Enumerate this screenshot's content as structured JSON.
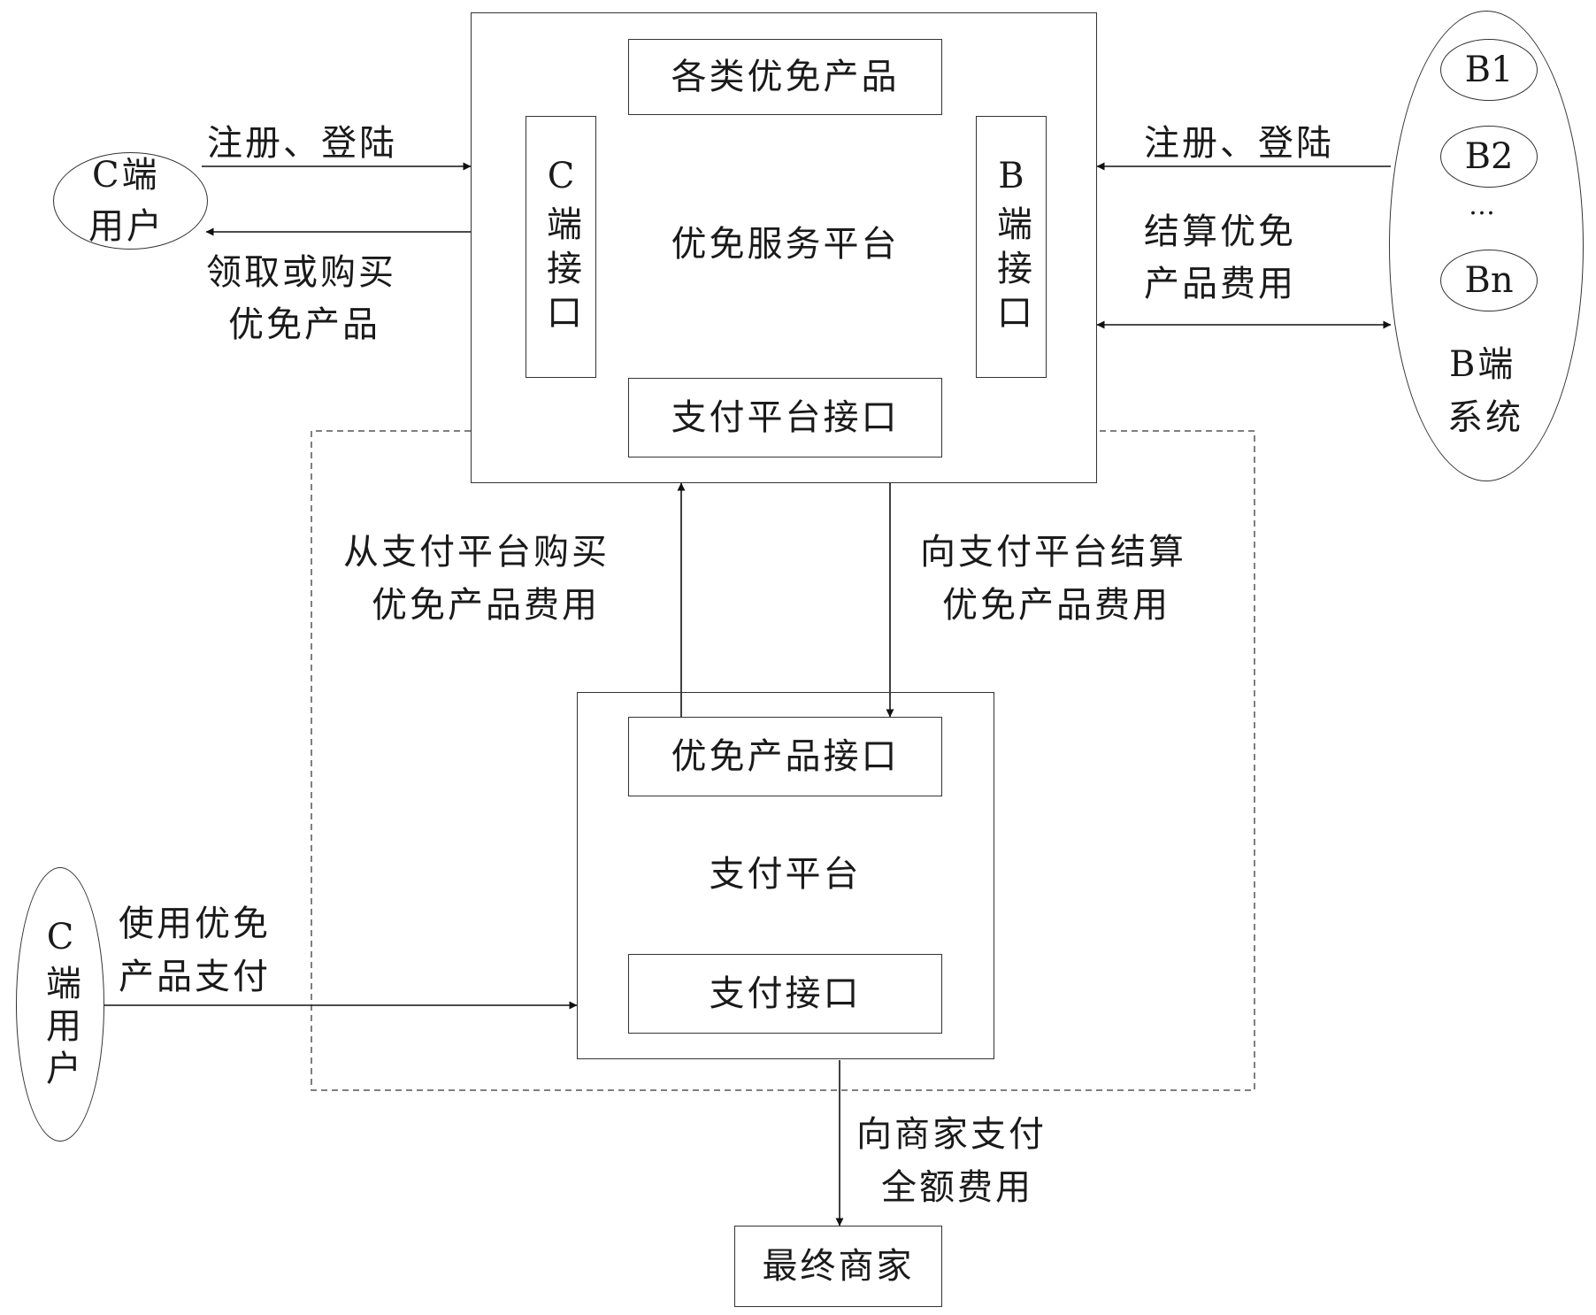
{
  "platform": {
    "title": "优免服务平台",
    "products": "各类优免产品",
    "c_interface": "C端接口",
    "b_interface": "B端接口",
    "pay_interface": "支付平台接口"
  },
  "c_user_top": {
    "label_line1": "C端",
    "label_line2": "用户"
  },
  "c_user_bottom": {
    "label": "C端用户"
  },
  "b_system": {
    "nodes": [
      "B1",
      "B2",
      "…",
      "Bn"
    ],
    "label_line1": "B端",
    "label_line2": "系统"
  },
  "payment": {
    "title": "支付平台",
    "product_interface": "优免产品接口",
    "pay_interface": "支付接口"
  },
  "merchant": {
    "label": "最终商家"
  },
  "flows": {
    "c_register": "注册、登陆",
    "c_receive_line1": "领取或购买",
    "c_receive_line2": "优免产品",
    "b_register": "注册、登陆",
    "b_settle_line1": "结算优免",
    "b_settle_line2": "产品费用",
    "buy_line1": "从支付平台购买",
    "buy_line2": "优免产品费用",
    "settle_line1": "向支付平台结算",
    "settle_line2": "优免产品费用",
    "use_line1": "使用优免",
    "use_line2": "产品支付",
    "pay_merchant_line1": "向商家支付",
    "pay_merchant_line2": "全额费用"
  }
}
